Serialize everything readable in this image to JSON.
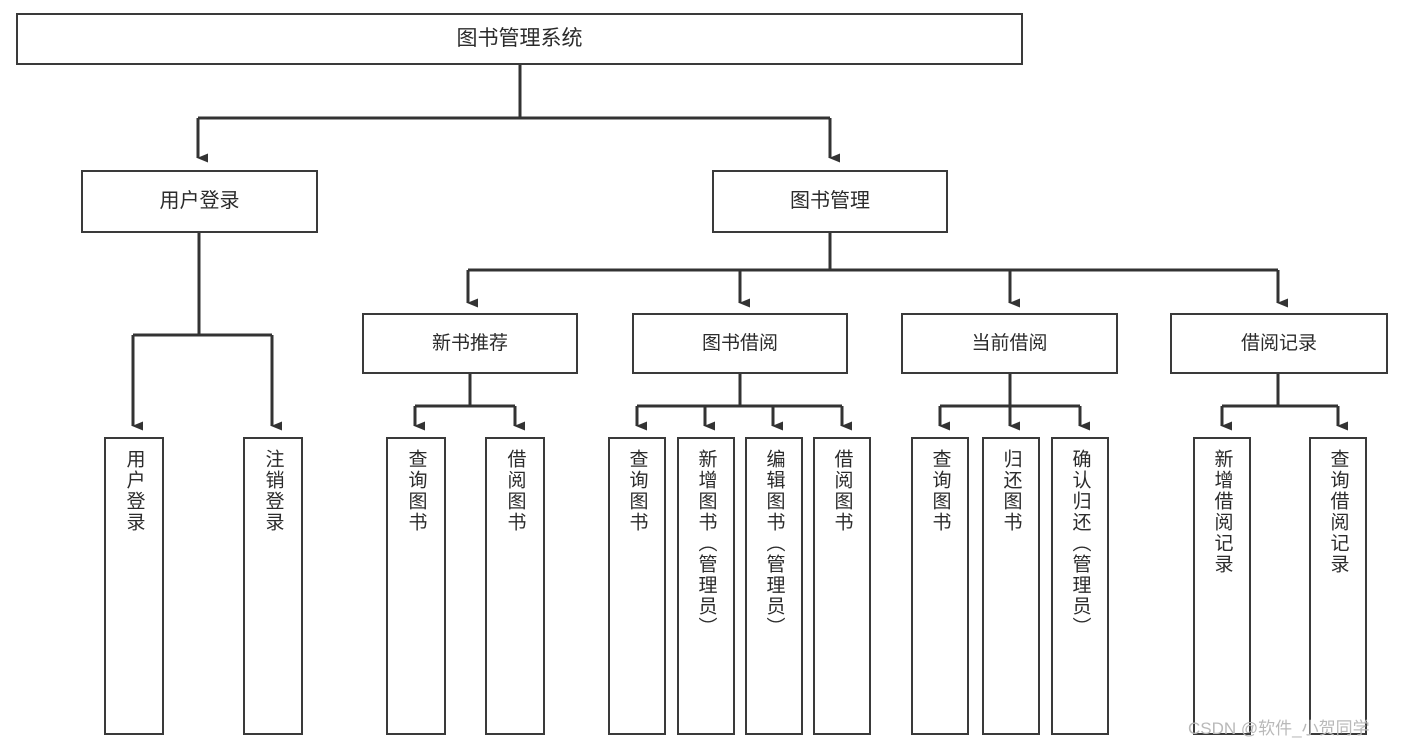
{
  "diagram": {
    "type": "tree",
    "title": "图书管理系统",
    "watermark": "CSDN @软件_小贺同学",
    "colors": {
      "box_border": "#3a3a3a",
      "box_fill": "#ffffff",
      "text": "#2b2b2b",
      "connector": "#333333",
      "watermark": "#b9b9b9",
      "background": "#ffffff"
    },
    "root": {
      "label": "图书管理系统"
    },
    "level2": [
      {
        "label": "用户登录"
      },
      {
        "label": "图书管理"
      }
    ],
    "level3": [
      {
        "label": "新书推荐"
      },
      {
        "label": "图书借阅"
      },
      {
        "label": "当前借阅"
      },
      {
        "label": "借阅记录"
      }
    ],
    "leaves": {
      "user_login": [
        {
          "label": "用户登录"
        },
        {
          "label": "注销登录"
        }
      ],
      "new_book_recommend": [
        {
          "label": "查询图书"
        },
        {
          "label": "借阅图书"
        }
      ],
      "book_borrow": [
        {
          "label": "查询图书"
        },
        {
          "label": "新增图书（管理员）"
        },
        {
          "label": "编辑图书（管理员）"
        },
        {
          "label": "借阅图书"
        }
      ],
      "current_borrow": [
        {
          "label": "查询图书"
        },
        {
          "label": "归还图书"
        },
        {
          "label": "确认归还（管理员）"
        }
      ],
      "borrow_record": [
        {
          "label": "新增借阅记录"
        },
        {
          "label": "查询借阅记录"
        }
      ]
    }
  }
}
